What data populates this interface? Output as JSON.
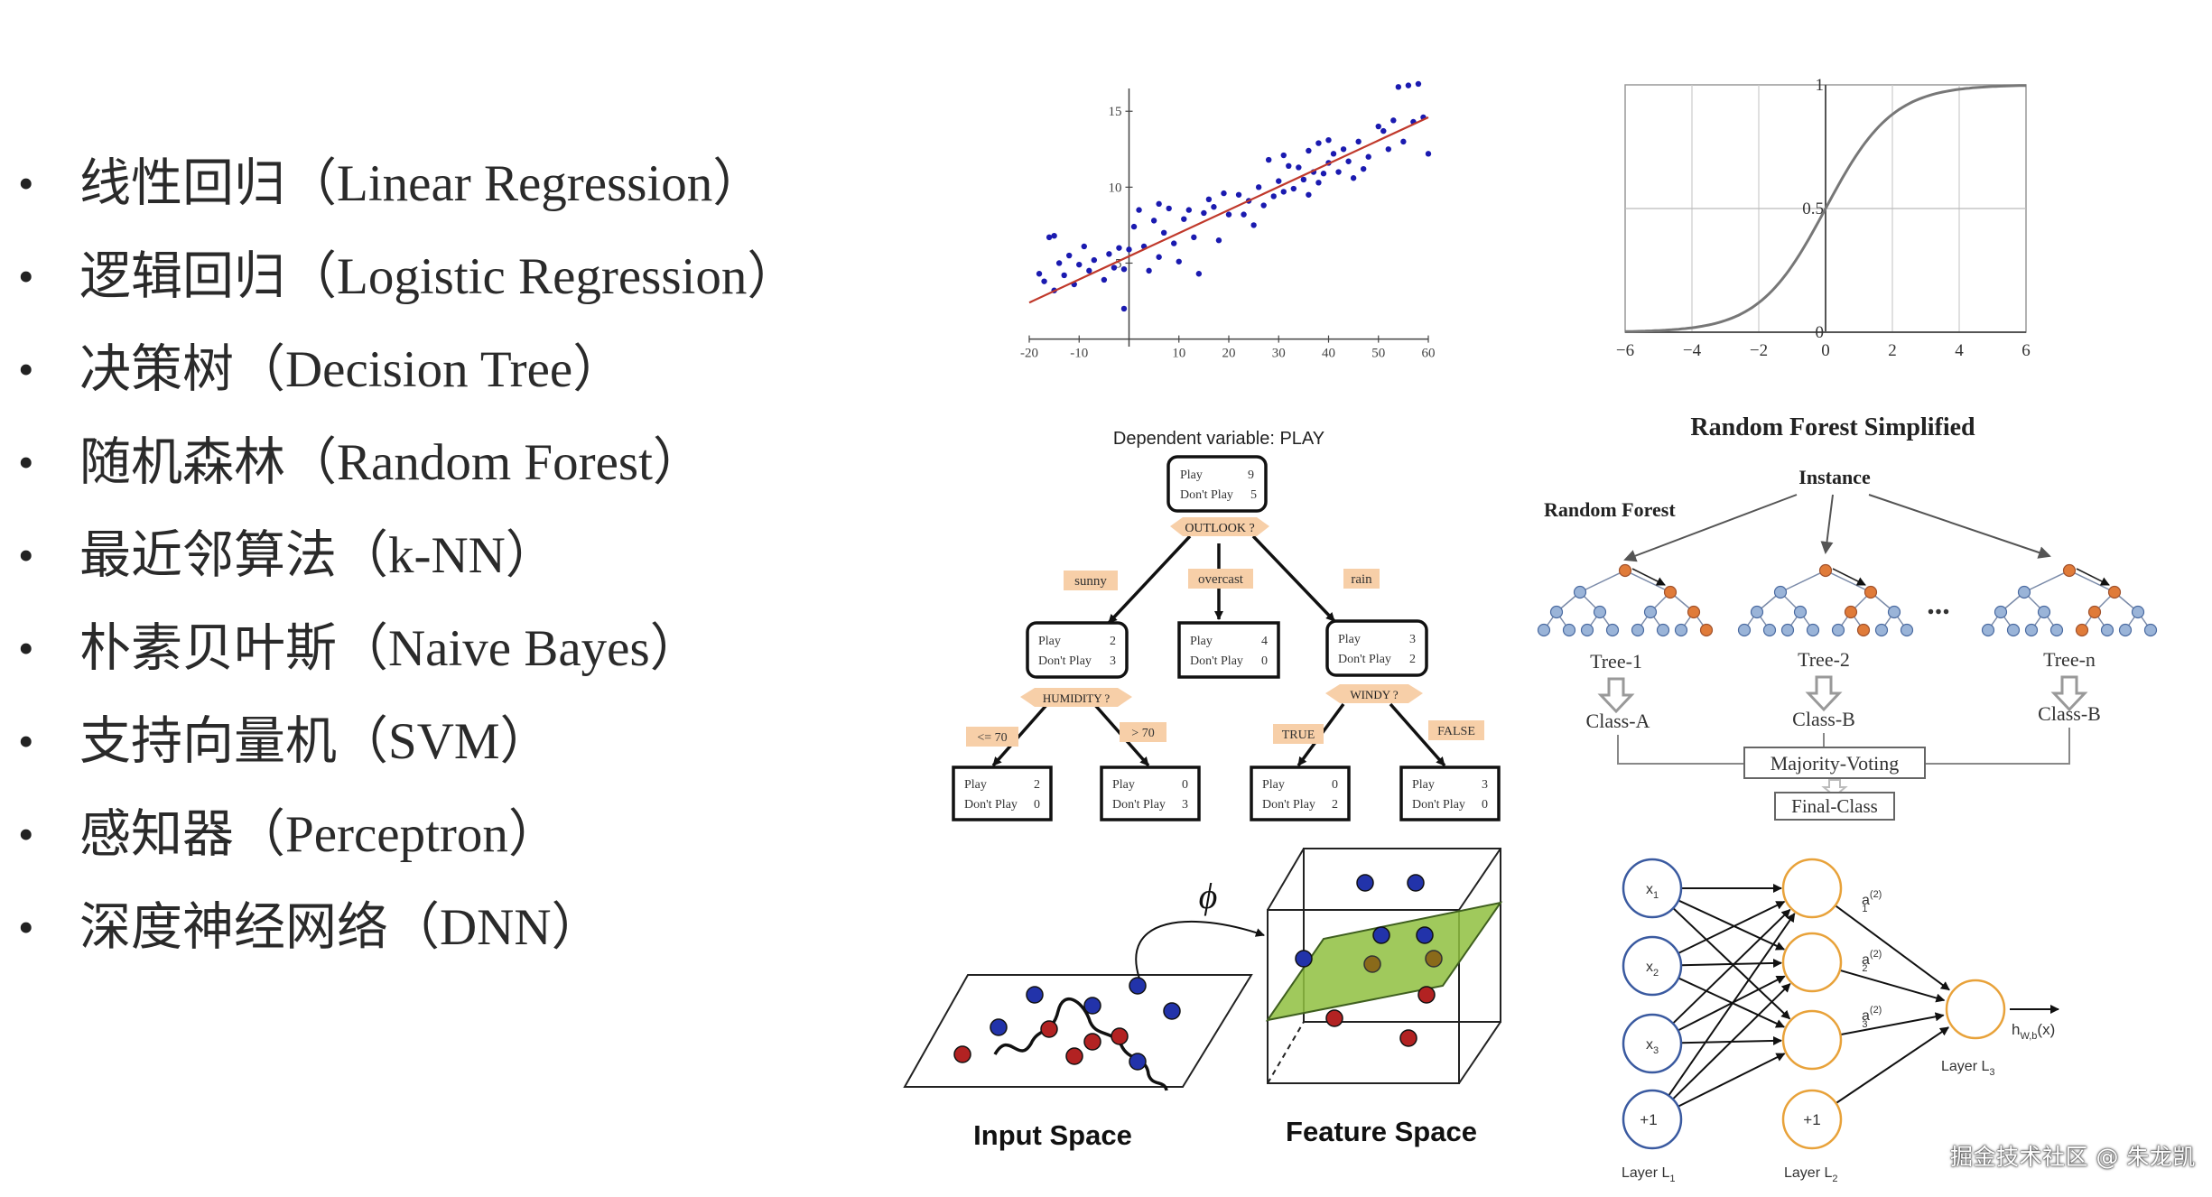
{
  "algorithms": [
    "线性回归（Linear Regression）",
    "逻辑回归（Logistic Regression）",
    "决策树（Decision Tree）",
    "随机森林（Random Forest）",
    "最近邻算法（k-NN）",
    "朴素贝叶斯（Naive Bayes）",
    "支持向量机（SVM）",
    "感知器（Perceptron）",
    "深度神经网络（DNN）"
  ],
  "bullet": "•",
  "colors": {
    "scatter_point": "#1a1ab0",
    "regression_line": "#c0392b",
    "sigmoid_curve": "#777777",
    "tree_label_bg": "#f7cfa8",
    "svm_red": "#b22222",
    "svm_blue": "#2233aa",
    "svm_plane": "#8fbf3f",
    "nn_orange": "#e8a23a",
    "nn_blue": "#3a5aa0"
  },
  "linear_regression": {
    "chart_data": {
      "type": "scatter",
      "xticks": [
        "-20",
        "-10",
        "10",
        "20",
        "30",
        "40",
        "50",
        "60"
      ],
      "yticks": [
        "5",
        "10",
        "15"
      ],
      "xlim": [
        -20,
        60
      ],
      "ylim": [
        -0.5,
        16.5
      ],
      "fit_line": {
        "x": [
          -20,
          60
        ],
        "y": [
          2.4,
          14.6
        ]
      },
      "points": [
        [
          -18,
          4.3
        ],
        [
          -17,
          3.8
        ],
        [
          -16,
          6.7
        ],
        [
          -15,
          3.2
        ],
        [
          -15,
          6.8
        ],
        [
          -14,
          5.0
        ],
        [
          -13,
          4.2
        ],
        [
          -12,
          5.5
        ],
        [
          -11,
          3.6
        ],
        [
          -10,
          4.9
        ],
        [
          -9,
          6.1
        ],
        [
          -8,
          4.5
        ],
        [
          -7,
          5.2
        ],
        [
          -5,
          3.9
        ],
        [
          -4,
          5.6
        ],
        [
          -3,
          4.7
        ],
        [
          -2,
          6.0
        ],
        [
          -1,
          2.0
        ],
        [
          -1,
          4.6
        ],
        [
          0,
          5.9
        ],
        [
          1,
          7.4
        ],
        [
          2,
          8.5
        ],
        [
          3,
          6.1
        ],
        [
          4,
          4.5
        ],
        [
          5,
          7.8
        ],
        [
          6,
          5.4
        ],
        [
          6,
          8.9
        ],
        [
          7,
          7.0
        ],
        [
          8,
          8.6
        ],
        [
          9,
          6.3
        ],
        [
          10,
          5.1
        ],
        [
          11,
          7.9
        ],
        [
          12,
          8.5
        ],
        [
          13,
          6.7
        ],
        [
          14,
          4.3
        ],
        [
          15,
          8.3
        ],
        [
          16,
          9.2
        ],
        [
          17,
          8.7
        ],
        [
          18,
          6.5
        ],
        [
          19,
          9.6
        ],
        [
          20,
          8.2
        ],
        [
          22,
          9.5
        ],
        [
          23,
          8.2
        ],
        [
          24,
          9.1
        ],
        [
          25,
          7.5
        ],
        [
          26,
          10.0
        ],
        [
          27,
          8.8
        ],
        [
          28,
          11.8
        ],
        [
          29,
          9.4
        ],
        [
          30,
          10.4
        ],
        [
          31,
          9.7
        ],
        [
          31,
          12.1
        ],
        [
          32,
          11.4
        ],
        [
          33,
          9.9
        ],
        [
          34,
          11.3
        ],
        [
          35,
          10.5
        ],
        [
          36,
          12.4
        ],
        [
          36,
          9.5
        ],
        [
          37,
          11.0
        ],
        [
          38,
          12.9
        ],
        [
          38,
          10.3
        ],
        [
          39,
          10.9
        ],
        [
          40,
          13.1
        ],
        [
          40,
          11.6
        ],
        [
          41,
          12.2
        ],
        [
          42,
          11.0
        ],
        [
          43,
          12.5
        ],
        [
          44,
          11.7
        ],
        [
          45,
          10.6
        ],
        [
          46,
          13.0
        ],
        [
          47,
          11.2
        ],
        [
          48,
          12.0
        ],
        [
          50,
          14.0
        ],
        [
          51,
          13.7
        ],
        [
          52,
          12.5
        ],
        [
          53,
          14.4
        ],
        [
          54,
          16.6
        ],
        [
          55,
          13.0
        ],
        [
          56,
          16.7
        ],
        [
          57,
          14.3
        ],
        [
          58,
          16.8
        ],
        [
          59,
          14.6
        ],
        [
          60,
          12.2
        ]
      ]
    }
  },
  "logistic": {
    "chart_data": {
      "type": "line",
      "function": "sigmoid",
      "xlim": [
        -6,
        6
      ],
      "ylim": [
        0,
        1
      ],
      "xticks": [
        "−6",
        "−4",
        "−2",
        "0",
        "2",
        "4",
        "6"
      ],
      "yticks": [
        "0",
        "0.5",
        "1"
      ],
      "grid": true
    }
  },
  "decision_tree": {
    "title": "Dependent variable: PLAY",
    "root": {
      "play": "Play",
      "play_n": "9",
      "dont": "Don't Play",
      "dont_n": "5",
      "split": "OUTLOOK ?"
    },
    "branches": [
      "sunny",
      "overcast",
      "rain"
    ],
    "left": {
      "play": "Play",
      "play_n": "2",
      "dont": "Don't Play",
      "dont_n": "3",
      "split": "HUMIDITY ?",
      "branches": [
        "<= 70",
        "> 70"
      ]
    },
    "middle": {
      "play": "Play",
      "play_n": "4",
      "dont": "Don't Play",
      "dont_n": "0"
    },
    "right": {
      "play": "Play",
      "play_n": "3",
      "dont": "Don't Play",
      "dont_n": "2",
      "split": "WINDY ?",
      "branches": [
        "TRUE",
        "FALSE"
      ]
    },
    "leaves": [
      {
        "play": "Play",
        "play_n": "2",
        "dont": "Don't Play",
        "dont_n": "0"
      },
      {
        "play": "Play",
        "play_n": "0",
        "dont": "Don't Play",
        "dont_n": "3"
      },
      {
        "play": "Play",
        "play_n": "0",
        "dont": "Don't Play",
        "dont_n": "2"
      },
      {
        "play": "Play",
        "play_n": "3",
        "dont": "Don't Play",
        "dont_n": "0"
      }
    ]
  },
  "random_forest": {
    "title": "Random Forest Simplified",
    "instance": "Instance",
    "forest_label": "Random Forest",
    "trees": [
      "Tree-1",
      "Tree-2",
      "Tree-n"
    ],
    "ellipsis": "...",
    "classes": [
      "Class-A",
      "Class-B",
      "Class-B"
    ],
    "voting": "Majority-Voting",
    "final": "Final-Class"
  },
  "svm": {
    "phi": "ϕ",
    "input_label": "Input Space",
    "feature_label": "Feature Space"
  },
  "neural_net": {
    "inputs": [
      "x",
      "x",
      "x",
      "+1"
    ],
    "input_subs": [
      "1",
      "2",
      "3",
      ""
    ],
    "hidden_bias": "+1",
    "activations": [
      "a",
      "a",
      "a"
    ],
    "activation_subs": [
      "1",
      "2",
      "3"
    ],
    "activation_sup": "(2)",
    "output": "h",
    "output_sub": "W,b",
    "output_suffix": "(x)",
    "layer_word": "Layer L",
    "layer_subs": [
      "1",
      "2",
      "3"
    ]
  },
  "watermark": "掘金技术社区 @ 朱龙凯"
}
